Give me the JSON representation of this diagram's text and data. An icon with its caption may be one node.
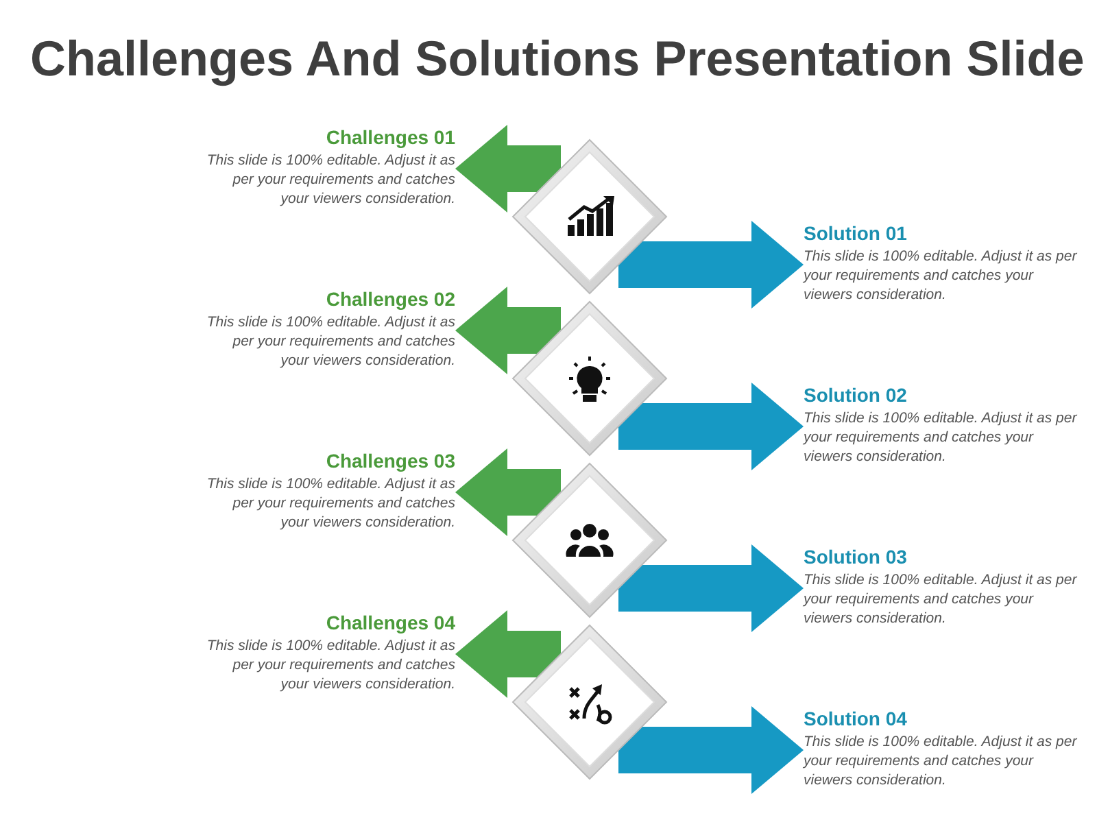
{
  "diagram": {
    "title": "Challenges And Solutions Presentation Slide",
    "nodes": [
      {
        "text": [
          "Challenges 01",
          "This slide is 100% editable. Adjust it as per your requirements and catches your viewers consideration."
        ]
      },
      {
        "text": [],
        "shape": "diamond"
      },
      {
        "text": [
          "Solution 01",
          "This slide is 100% editable. Adjust it as per your requirements and catches your viewers consideration."
        ]
      },
      {
        "text": [
          "Challenges 02",
          "This slide is 100% editable. Adjust it as per your requirements and catches your viewers consideration."
        ]
      },
      {
        "text": [],
        "shape": "diamond"
      },
      {
        "text": [
          "Solution 02",
          "This slide is 100% editable. Adjust it as per your requirements and catches your viewers consideration."
        ]
      },
      {
        "text": [
          "Challenges 03",
          "This slide is 100% editable. Adjust it as per your requirements and catches your viewers consideration."
        ]
      },
      {
        "text": [],
        "shape": "diamond"
      },
      {
        "text": [
          "Solution 03",
          "This slide is 100% editable. Adjust it as per your requirements and catches your viewers consideration."
        ]
      },
      {
        "text": [
          "Challenges 04",
          "This slide is 100% editable. Adjust it as per your requirements and catches your viewers consideration."
        ]
      },
      {
        "text": [],
        "shape": "diamond"
      },
      {
        "text": [
          "Solution 04",
          "This slide is 100% editable. Adjust it as per your requirements and catches your viewers consideration."
        ]
      }
    ],
    "edges": [
      {
        "from": 1,
        "to": 0,
        "arrow": "to",
        "color": "#4ca64c"
      },
      {
        "from": 1,
        "to": 2,
        "arrow": "to",
        "color": "#1699c4"
      },
      {
        "from": 4,
        "to": 3,
        "arrow": "to",
        "color": "#4ca64c"
      },
      {
        "from": 4,
        "to": 5,
        "arrow": "to",
        "color": "#1699c4"
      },
      {
        "from": 7,
        "to": 6,
        "arrow": "to",
        "color": "#4ca64c"
      },
      {
        "from": 7,
        "to": 8,
        "arrow": "to",
        "color": "#1699c4"
      },
      {
        "from": 10,
        "to": 9,
        "arrow": "to",
        "color": "#4ca64c"
      },
      {
        "from": 10,
        "to": 11,
        "arrow": "to",
        "color": "#1699c4"
      }
    ]
  }
}
